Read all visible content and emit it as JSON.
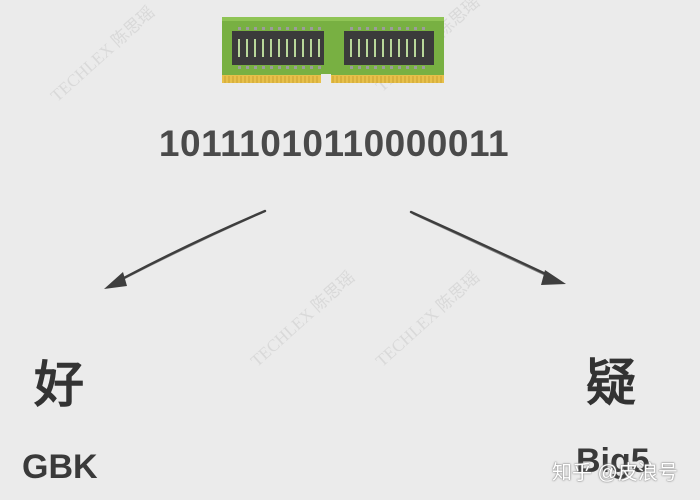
{
  "binary": "10111010110000011",
  "left": {
    "character": "好",
    "encoding": "GBK"
  },
  "right": {
    "character": "疑",
    "encoding": "Big5"
  },
  "watermark": "TECHLEX 陈思瑶",
  "credit": "知乎 @皮浪号",
  "colors": {
    "background": "#ebebeb",
    "pcb": "#78b042",
    "chip": "#3b3b3b",
    "contacts": "#e7c04a",
    "text": "#4a4a4a",
    "arrow": "#3e3e3e"
  },
  "icons": {
    "memory": "ram-module-icon"
  }
}
